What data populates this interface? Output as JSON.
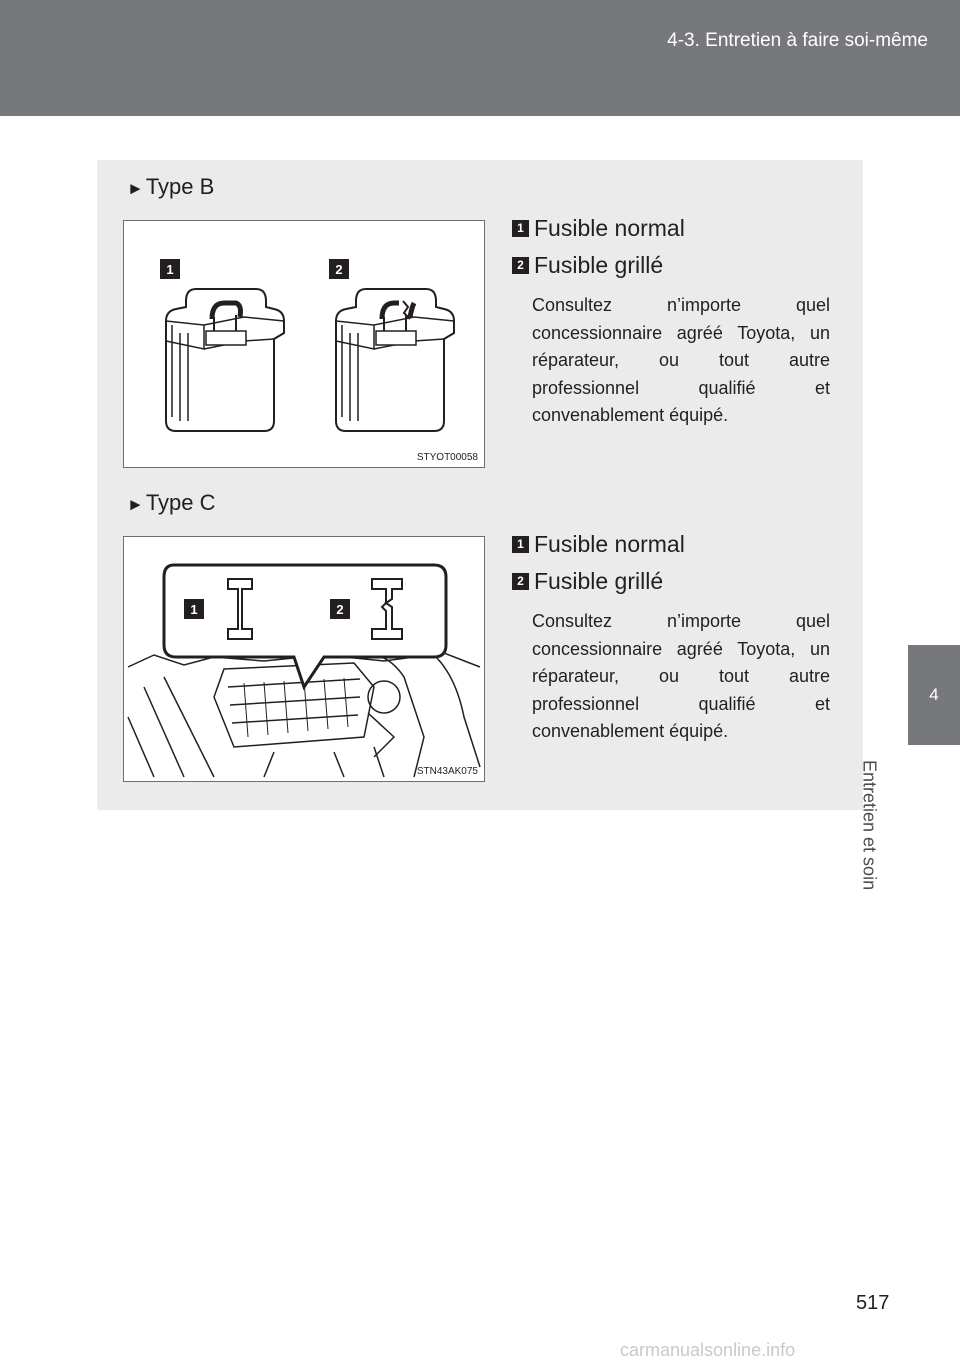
{
  "header": {
    "title": "4-3. Entretien à faire soi-même"
  },
  "side": {
    "chapter_number": "4",
    "chapter_label": "Entretien et soin"
  },
  "sections": [
    {
      "heading_arrow": "►",
      "heading": "Type B",
      "figure_code": "STYOT00058",
      "legend": [
        {
          "num": "1",
          "label": "Fusible normal"
        },
        {
          "num": "2",
          "label": "Fusible grillé"
        }
      ],
      "note": "Consultez n’importe quel concessionnaire agréé Toyota, un réparateur, ou tout autre professionnel qualifié et convenablement équipé."
    },
    {
      "heading_arrow": "►",
      "heading": "Type C",
      "figure_code": "STN43AK075",
      "legend": [
        {
          "num": "1",
          "label": "Fusible normal"
        },
        {
          "num": "2",
          "label": "Fusible grillé"
        }
      ],
      "note": "Consultez n’importe quel concessionnaire agréé Toyota, un réparateur, ou tout autre professionnel qualifié et convenablement équipé."
    }
  ],
  "figure_callouts": {
    "one": "1",
    "two": "2"
  },
  "page_number": "517",
  "watermark": "carmanualsonline.info"
}
